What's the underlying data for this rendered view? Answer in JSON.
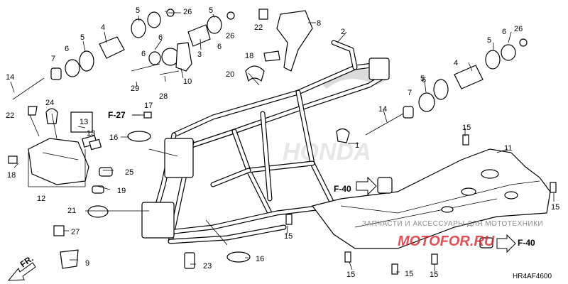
{
  "callouts": [
    "1",
    "2",
    "3",
    "4",
    "5",
    "6",
    "7",
    "8",
    "9",
    "10",
    "11",
    "12",
    "13",
    "14",
    "15",
    "16",
    "17",
    "18",
    "19",
    "20",
    "21",
    "22",
    "23",
    "24",
    "25",
    "26",
    "27",
    "28",
    "29"
  ],
  "refs": {
    "f27": "F-27",
    "f40": "F-40",
    "fr": "FR."
  },
  "diagram_code": "HR4AF4600",
  "watermark_text": "ЗАПЧАСТИ И АКСЕССУАРЫ ДЛЯ МОТОТЕХНИКИ",
  "watermark_brand": "MOTOFOR.RU",
  "brand_watermark": "HONDA"
}
